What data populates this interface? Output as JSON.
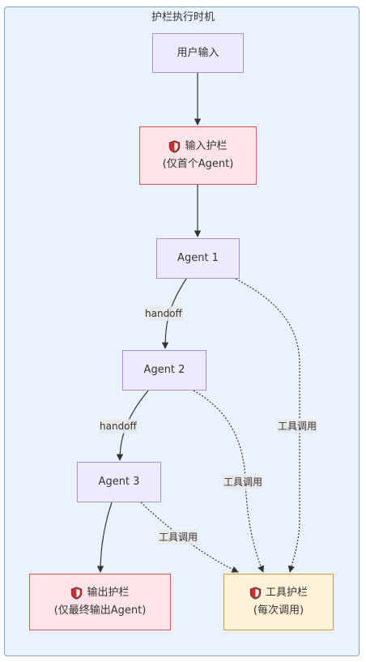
{
  "cluster": {
    "title": "护栏执行时机"
  },
  "nodes": {
    "user_input": {
      "label": "用户输入"
    },
    "input_guard": {
      "title": "输入护栏",
      "subtitle": "(仅首个Agent)",
      "icon": "shield-icon"
    },
    "agent1": {
      "label": "Agent 1"
    },
    "agent2": {
      "label": "Agent 2"
    },
    "agent3": {
      "label": "Agent 3"
    },
    "output_guard": {
      "title": "输出护栏",
      "subtitle": "(仅最终输出Agent)",
      "icon": "shield-icon"
    },
    "tool_guard": {
      "title": "工具护栏",
      "subtitle": "(每次调用)",
      "icon": "shield-icon"
    }
  },
  "edge_labels": {
    "agent1_to_agent2": "handoff",
    "agent2_to_agent3": "handoff",
    "agent1_to_tool": "工具调用",
    "agent2_to_tool": "工具调用",
    "agent3_to_tool": "工具调用"
  },
  "colors": {
    "cluster_bg": "#eaf3fd",
    "plain_node_bg": "#ececfe",
    "guard_node_bg": "#fde4e8",
    "tool_node_bg": "#fff2d9",
    "shield_red": "#d32b2b"
  }
}
